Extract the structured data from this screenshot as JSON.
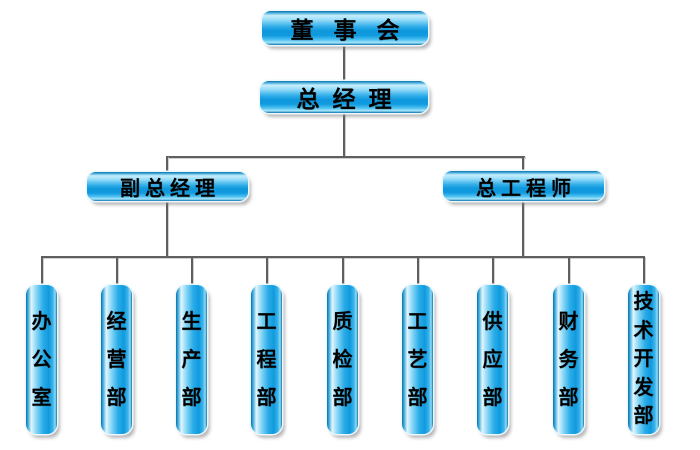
{
  "org_chart": {
    "type": "org-hierarchy-diagram",
    "root": {
      "label": "董事会"
    },
    "level2": {
      "label": "总经理"
    },
    "level3": [
      {
        "label": "副总经理"
      },
      {
        "label": "总工程师"
      }
    ],
    "departments": [
      "办公室",
      "经营部",
      "生产部",
      "工程部",
      "质检部",
      "工艺部",
      "供应部",
      "财务部",
      "技术开发部"
    ],
    "colors": {
      "box_main_blue": "#0f9ade",
      "box_highlight": "#c9edfc",
      "box_dark_edge": "#0c6fa8",
      "connector_gray": "#5f5f5f",
      "text": "#000000",
      "background": "#ffffff"
    }
  }
}
